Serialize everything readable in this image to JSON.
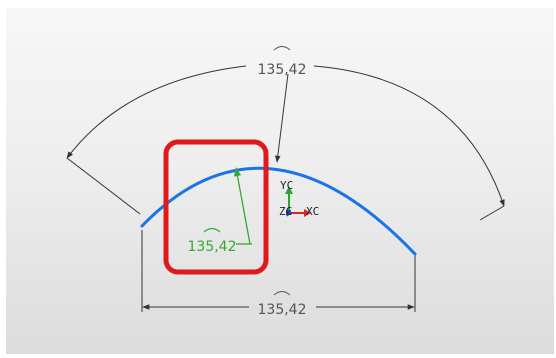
{
  "dimensions": {
    "top_arc_dim": "135,42",
    "bottom_chord_dim": "135,42",
    "sketch_dim": "135,42"
  },
  "axis": {
    "y_label": "YC",
    "x_label": "XC",
    "z_label": "ZC"
  },
  "colors": {
    "sketch_arc": "#1a73e8",
    "dimension_line": "#333333",
    "dimension_text": "#555555",
    "sketch_dimension": "#35a835",
    "highlight_box": "#e0191d",
    "axis_x": "#d9262b",
    "axis_y": "#2ea32e",
    "axis_z": "#2340c9"
  }
}
